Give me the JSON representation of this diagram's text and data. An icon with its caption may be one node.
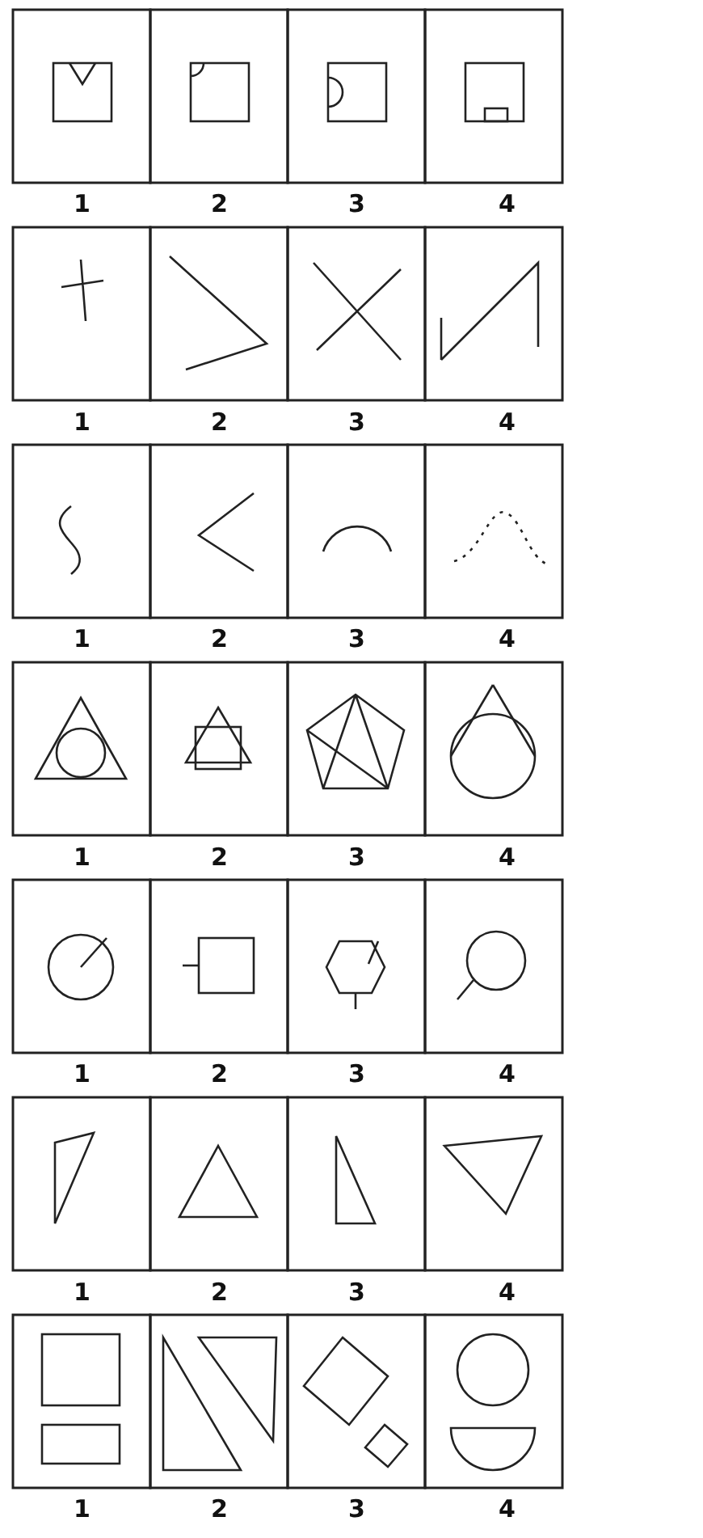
{
  "diagram": {
    "labels": [
      "1",
      "2",
      "3",
      "4",
      "1",
      "2",
      "3",
      "4",
      "1",
      "2",
      "3",
      "4",
      "1",
      "2",
      "3",
      "4",
      "1",
      "2",
      "3",
      "4",
      "1",
      "2",
      "3",
      "4",
      "1",
      "2",
      "3",
      "4"
    ]
  }
}
